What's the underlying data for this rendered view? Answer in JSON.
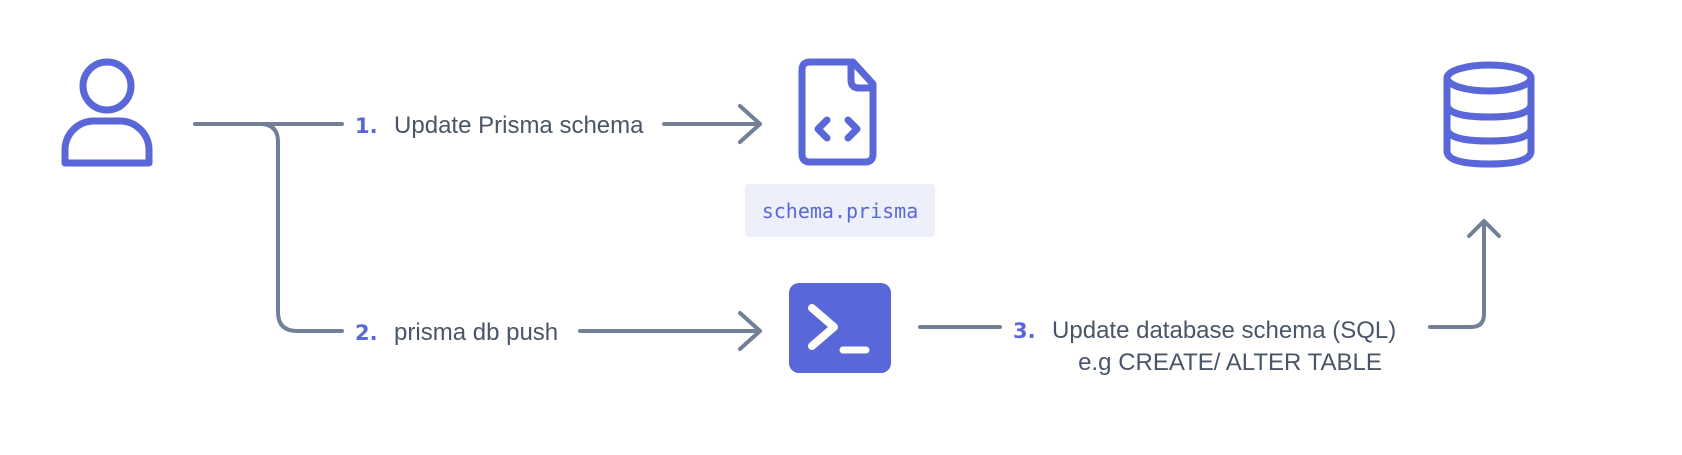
{
  "colors": {
    "accent": "#5A67D8",
    "line": "#718096",
    "text": "#4A5568",
    "file_label_bg": "#EDF0FA"
  },
  "icons": {
    "user": "user-icon",
    "schema_file": "code-file-icon",
    "terminal": "terminal-icon",
    "database": "database-icon"
  },
  "file_label": "schema.prisma",
  "steps": [
    {
      "number": "1.",
      "text": "Update Prisma schema"
    },
    {
      "number": "2.",
      "text": "prisma db push"
    },
    {
      "number": "3.",
      "text": "Update database schema (SQL)",
      "subtext": "e.g CREATE/ ALTER TABLE"
    }
  ]
}
